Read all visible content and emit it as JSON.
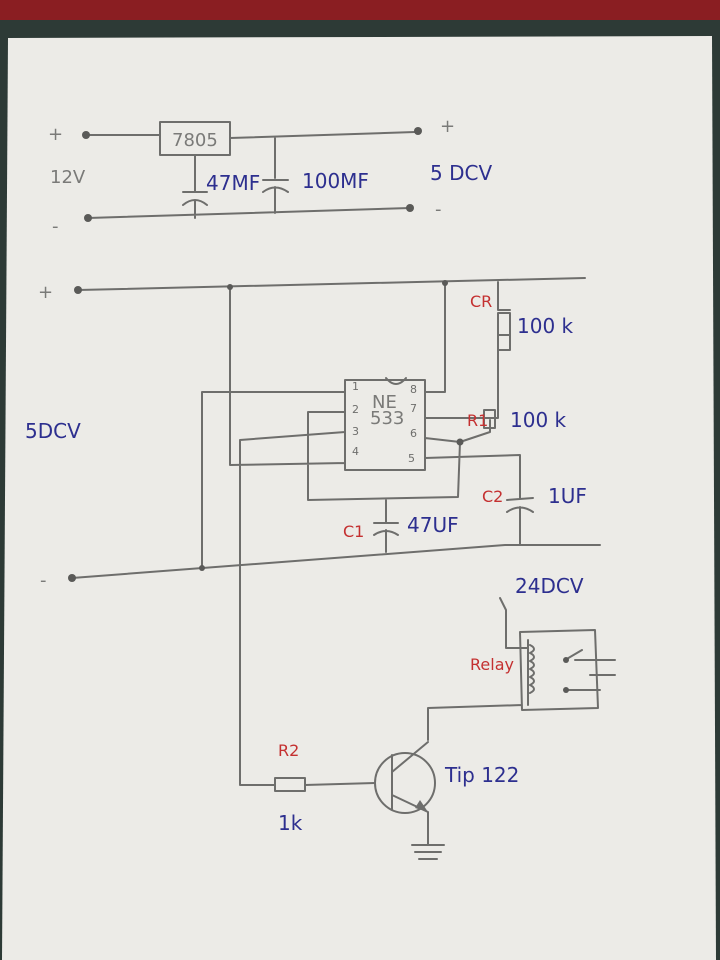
{
  "regulator": {
    "plus_in": "+",
    "minus_in": "-",
    "input_voltage": "12V",
    "ic": "7805",
    "cap1": "47MF",
    "cap2": "100MF",
    "plus_out": "+",
    "minus_out": "-",
    "output_voltage": "5 DCV"
  },
  "timer": {
    "plus": "+",
    "minus": "-",
    "supply": "5DCV",
    "ic_line1": "NE",
    "ic_line2": "533",
    "pins": [
      "1",
      "2",
      "3",
      "4",
      "5",
      "6",
      "7",
      "8"
    ],
    "cr_label": "CR",
    "cr_value": "100 k",
    "r1_label": "R1",
    "r1_value": "100 k",
    "c1_label": "C1",
    "c1_value": "47UF",
    "c2_label": "C2",
    "c2_value": "1UF"
  },
  "output": {
    "relay_supply": "24DCV",
    "relay_label": "Relay",
    "r2_label": "R2",
    "r2_value": "1k",
    "transistor": "Tip 122"
  }
}
